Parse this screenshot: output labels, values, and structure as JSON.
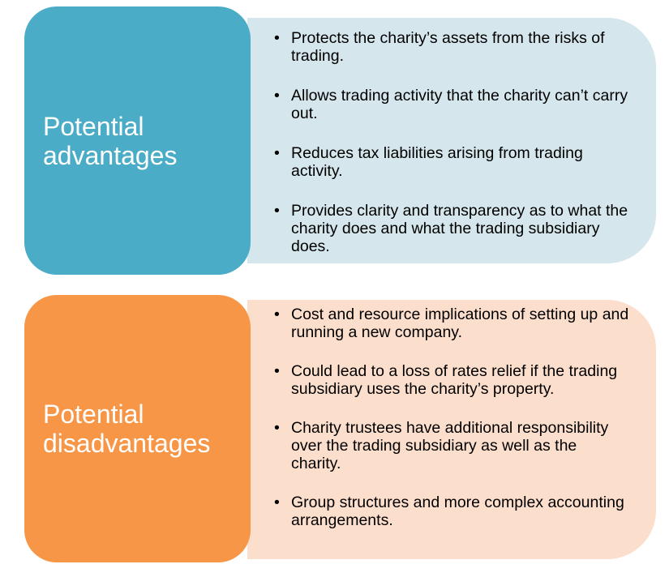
{
  "colors": {
    "advantages_label_bg": "#4aacc6",
    "advantages_content_bg": "#d5e6ec",
    "disadvantages_label_bg": "#f79646",
    "disadvantages_content_bg": "#fcdecd"
  },
  "advantages": {
    "label_line1": "Potential",
    "label_line2": "advantages",
    "items": [
      "Protects the charity’s assets from the risks of trading.",
      "Allows trading activity that the charity can’t carry out.",
      "Reduces tax liabilities arising from trading activity.",
      "Provides clarity and transparency as to what the charity does and what the trading subsidiary does."
    ]
  },
  "disadvantages": {
    "label_line1": "Potential",
    "label_line2": "disadvantages",
    "items": [
      "Cost and resource implications of setting up and running a new company.",
      "Could lead to a loss of rates relief if the trading subsidiary uses the charity’s property.",
      "Charity trustees have additional responsibility over the trading subsidiary as well as the charity.",
      "Group structures and more complex accounting arrangements."
    ]
  }
}
